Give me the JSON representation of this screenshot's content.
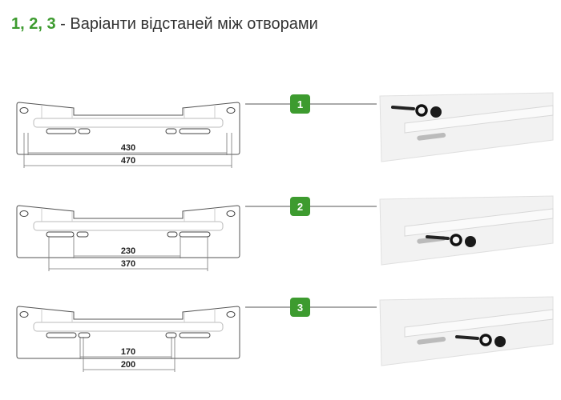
{
  "title": {
    "numbers": "1, 2, 3",
    "text": "- Варіанти відстаней між отворами"
  },
  "accent_color": "#3d9b2f",
  "variants": [
    {
      "label": "1",
      "dim_inner": "430",
      "dim_outer": "470"
    },
    {
      "label": "2",
      "dim_inner": "230",
      "dim_outer": "370"
    },
    {
      "label": "3",
      "dim_inner": "170",
      "dim_outer": "200"
    }
  ]
}
